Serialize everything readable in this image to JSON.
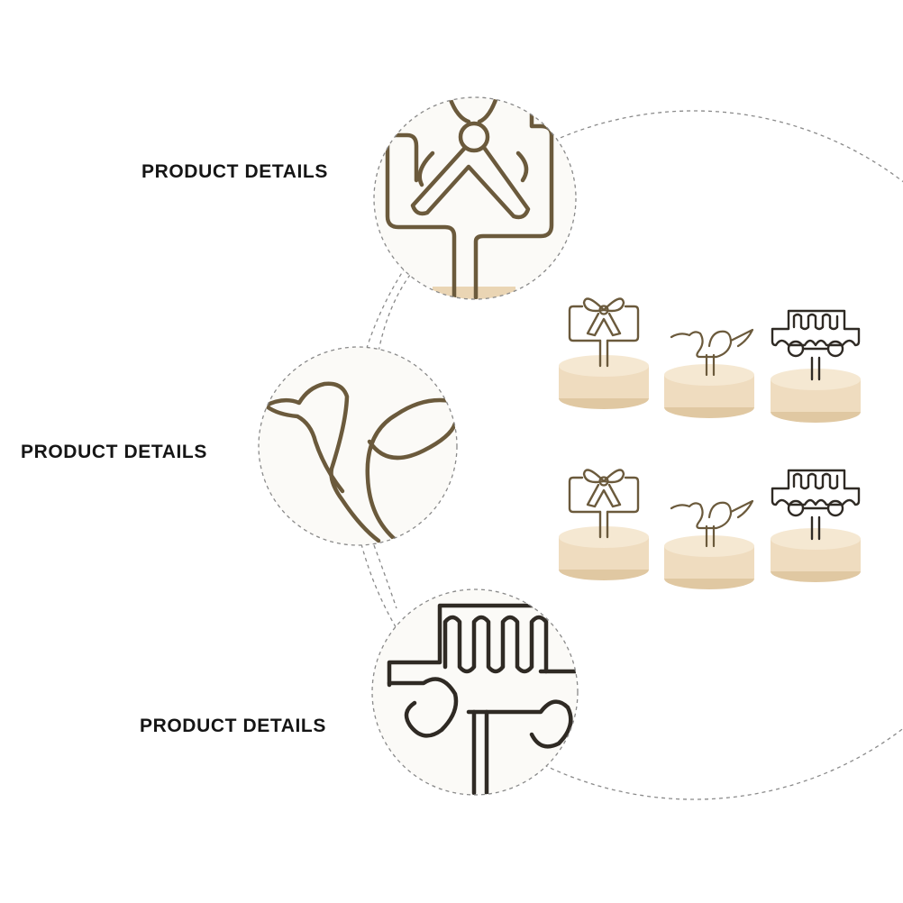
{
  "detail_labels": [
    "PRODUCT DETAILS",
    "PRODUCT DETAILS",
    "PRODUCT DETAILS"
  ],
  "colors": {
    "wire_bronze": "#6b5a3c",
    "wire_dark": "#2f2a24",
    "wood": "#efdcbf",
    "wood_shade": "#e0c8a2",
    "dashed_circle": "#8a8a8a"
  },
  "products": [
    {
      "shape": "bow-gift-frame"
    },
    {
      "shape": "bird"
    },
    {
      "shape": "car-frame"
    },
    {
      "shape": "bow-gift-frame"
    },
    {
      "shape": "bird"
    },
    {
      "shape": "car-frame"
    }
  ]
}
